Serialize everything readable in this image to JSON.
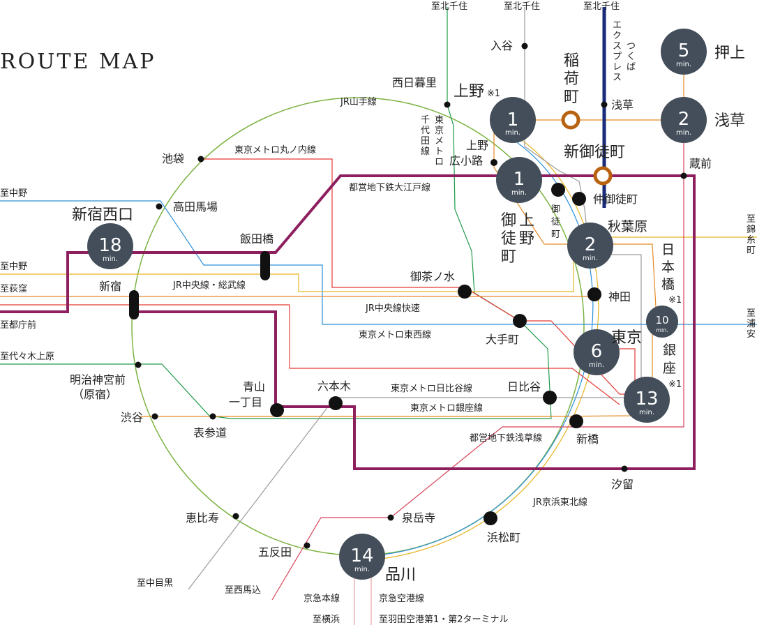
{
  "title": "ROUTE MAP",
  "lines": {
    "yamanote": "JR山手線",
    "marunouchi": "東京メトロ丸ノ内線",
    "oedo": "都営地下鉄大江戸線",
    "chuo_sobu": "JR中央線・総武線",
    "chuo_rapid": "JR中央線快速",
    "tozai": "東京メトロ東西線",
    "hibiya": "東京メトロ日比谷線",
    "ginza": "東京メトロ銀座線",
    "asakusa": "都営地下鉄浅草線",
    "keihin_tohoku": "JR京浜東北線",
    "chiyoda": [
      "東",
      "京",
      "メ",
      "ト",
      "ロ"
    ],
    "chiyoda2": [
      "千",
      "代",
      "田",
      "線"
    ],
    "tsukuba": [
      "つ",
      "く",
      "ば"
    ],
    "express": [
      "エ",
      "ク",
      "ス",
      "プ",
      "レ",
      "ス"
    ],
    "keikyu": "京急本線",
    "keikyu_airport": "京急空港線"
  },
  "destinations": {
    "kitasenju1": "至北千住",
    "kitasenju2": "至北千住",
    "kitasenju3": "至北千住",
    "nakano1": "至中野",
    "nakano2": "至中野",
    "ogikubo": "至荻窪",
    "tochomae": "至都庁前",
    "yoyogiuehara": "至代々木上原",
    "nakameguro": "至中目黒",
    "nishimagome": "至西馬込",
    "yokohama": "至横浜",
    "haneda": "至羽田空港第1・第2ターミナル",
    "kinshicho": [
      "至",
      "錦",
      "糸",
      "町"
    ],
    "urayasu": [
      "至",
      "浦",
      "安"
    ]
  },
  "stations": {
    "iriya": "入谷",
    "nishinippori": "西日暮里",
    "ueno": "上野",
    "ueno_note": "※1",
    "inaricho": [
      "稲",
      "荷",
      "町"
    ],
    "asakusa_tx": "浅草",
    "oshiage": "押上",
    "asakusa": "浅草",
    "kuramae": "蔵前",
    "shinokachimachi": "新御徒町",
    "nakaokachimachi": "仲御徒町",
    "uenohirokoji1": "上野",
    "uenohirokoji2": "広小路",
    "okachimachi": [
      "御",
      "徒",
      "町"
    ],
    "ueno_okachimachi_a": [
      "御",
      "徒",
      "町"
    ],
    "ueno_okachimachi_b": [
      "上",
      "野"
    ],
    "akihabara": "秋葉原",
    "ikebukuro": "池袋",
    "takadanobaba": "高田馬場",
    "shinjukunishiguchi": "新宿西口",
    "iidabashi": "飯田橋",
    "shinjuku": "新宿",
    "ochanomizu": "御茶ノ水",
    "kanda": "神田",
    "nihonbashi": [
      "日",
      "本",
      "橋"
    ],
    "nihonbashi_note": "※1",
    "otemachi": "大手町",
    "tokyo": "東京",
    "ginza": [
      "銀",
      "座"
    ],
    "ginza_note": "※1",
    "meijijingumae1": "明治神宮前",
    "meijijingumae2": "（原宿）",
    "aoyama1": "青山",
    "aoyama2": "一丁目",
    "roppongi": "六本木",
    "hibiya": "日比谷",
    "shibuya": "渋谷",
    "omotesando": "表参道",
    "shimbashi": "新橋",
    "shiodome": "汐留",
    "ebisu": "恵比寿",
    "sengakuji": "泉岳寺",
    "hamamatsucho": "浜松町",
    "gotanda": "五反田",
    "shinagawa": "品川"
  },
  "badges": {
    "ueno": {
      "num": "1",
      "unit": "min."
    },
    "uenohirokoji": {
      "num": "1",
      "unit": "min."
    },
    "oshiage": {
      "num": "5",
      "unit": "min."
    },
    "asakusa": {
      "num": "2",
      "unit": "min."
    },
    "akihabara": {
      "num": "2",
      "unit": "min."
    },
    "shinjukunishiguchi": {
      "num": "18",
      "unit": "min."
    },
    "nihonbashi": {
      "num": "10",
      "unit": "min."
    },
    "tokyo": {
      "num": "6",
      "unit": "min."
    },
    "ginza": {
      "num": "13",
      "unit": "min."
    },
    "shinagawa": {
      "num": "14",
      "unit": "min."
    }
  },
  "colors": {
    "yamanote": "#7cb342",
    "chuo_rapid": "#e8892f",
    "chuo_sobu": "#e6b422",
    "marunouchi": "#e53935",
    "oedo": "#8e1f5f",
    "tozai": "#2f8fd8",
    "hibiya": "#9a9a9a",
    "ginza": "#e58a25",
    "asakusa": "#d8425a",
    "chiyoda": "#1f9b4a",
    "keihin": "#2a8fd8",
    "tx": "#1a2b7a",
    "keikyu": "#c0242c",
    "badge": "#434e5a",
    "station_ring": "#b8620f"
  }
}
